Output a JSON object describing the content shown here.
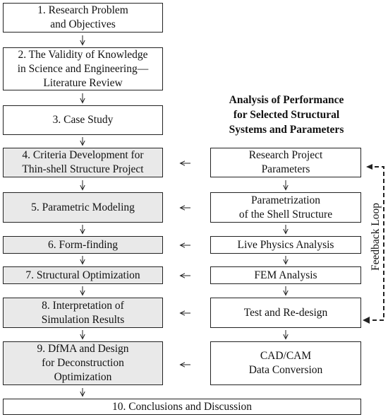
{
  "left_steps": [
    {
      "text": "1. Research Problem\nand Objectives",
      "shaded": false
    },
    {
      "text": "2. The Validity of Knowledge\nin Science and Engineering—\nLiterature Review",
      "shaded": false
    },
    {
      "text": "3. Case Study",
      "shaded": false
    },
    {
      "text": "4. Criteria Development for\nThin-shell Structure Project",
      "shaded": true
    },
    {
      "text": "5. Parametric Modeling",
      "shaded": true
    },
    {
      "text": "6. Form-finding",
      "shaded": true
    },
    {
      "text": "7. Structural Optimization",
      "shaded": true
    },
    {
      "text": "8. Interpretation of\nSimulation Results",
      "shaded": true
    },
    {
      "text": "9. DfMA and Design\nfor Deconstruction\nOptimization",
      "shaded": true
    },
    {
      "text": "10. Conclusions and Discussion",
      "shaded": false
    }
  ],
  "right_heading": "Analysis of Performance\nfor Selected Structural\nSystems and Parameters",
  "right_steps": [
    {
      "text": "Research Project\nParameters"
    },
    {
      "text": "Parametrization\nof the Shell Structure"
    },
    {
      "text": "Live Physics Analysis"
    },
    {
      "text": "FEM Analysis"
    },
    {
      "text": "Test and Re-design"
    },
    {
      "text": "CAD/CAM\nData Conversion"
    }
  ],
  "feedback_label": "Feedback Loop",
  "colors": {
    "shaded_fill": "#e9e9e9",
    "stroke": "#222222"
  }
}
